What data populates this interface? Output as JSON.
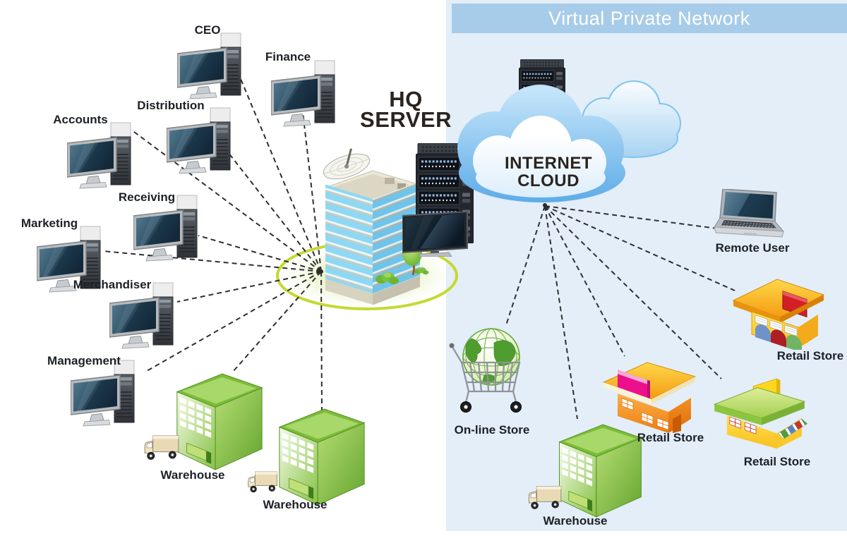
{
  "header": {
    "title": "Virtual Private Network"
  },
  "hq_network": {
    "server_title": {
      "line1": "HQ",
      "line2": "SERVER"
    },
    "workstations": [
      "CEO",
      "Finance",
      "Distribution",
      "Accounts",
      "Receiving",
      "Marketing",
      "Merchandiser",
      "Management"
    ],
    "warehouses": [
      "Warehouse",
      "Warehouse"
    ]
  },
  "internet": {
    "cloud_title": {
      "line1": "INTERNET",
      "line2": "CLOUD"
    }
  },
  "vpn_sites": {
    "remote_user": "Remote User",
    "online_store": "On-line Store",
    "retail_store_top": "Retail Store",
    "retail_store_middle": "Retail Store",
    "retail_store_bottom": "Retail Store",
    "warehouse": "Warehouse"
  },
  "icons": {
    "workstation": "desktop-computer-icon",
    "hq_building": "office-building-icon",
    "server_rack": "server-rack-icon",
    "monitor": "monitor-icon",
    "cloud": "internet-cloud-icon",
    "laptop": "laptop-icon",
    "warehouse": "warehouse-building-icon",
    "truck": "delivery-truck-icon",
    "retail_store": "retail-store-icon",
    "online_store": "globe-shopping-cart-icon"
  },
  "colors": {
    "panel_bg": "#e3eef9",
    "header_bar": "#a7cce9",
    "header_text": "#ffffff",
    "label_text": "#1d2127",
    "title_text": "#29241f",
    "line_color": "#2f2f2f",
    "warehouse_green": "#8cc63f",
    "building_glass": "#8fd8f4",
    "cloud_blue": "#5aa9e4",
    "lawn_ring": "#c6d930"
  }
}
